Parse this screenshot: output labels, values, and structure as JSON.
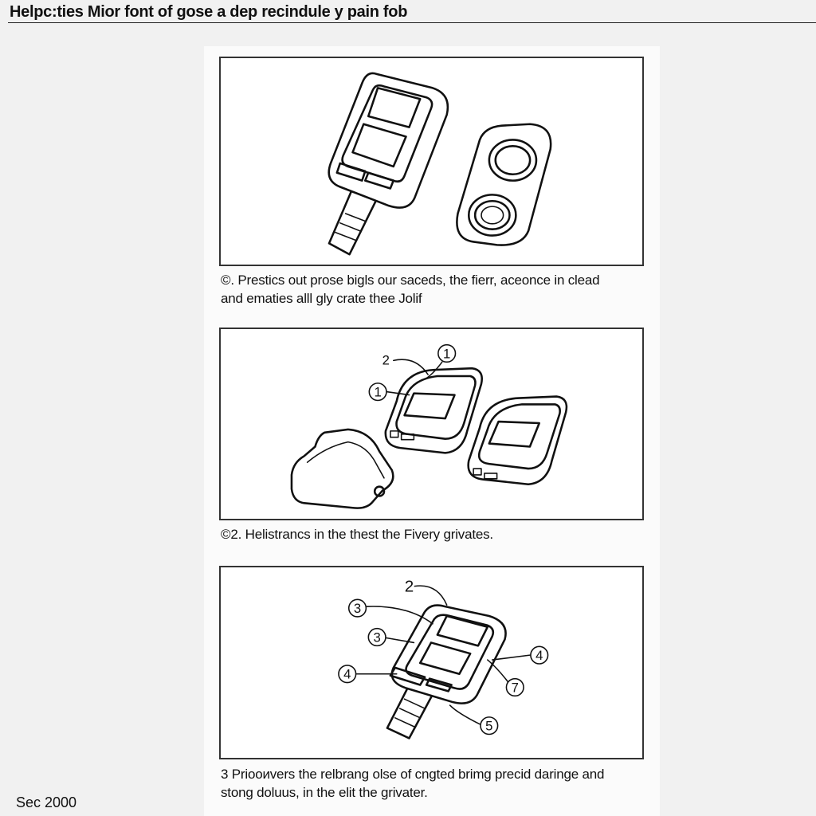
{
  "header": {
    "title": "Helpc:ties Mior font of gose a dep recindule y pain fob"
  },
  "steps": [
    {
      "caption_line1": "©. Prestics out prose bigls our saceds, the fierr, aceonce in clead",
      "caption_line2": "and ematies alll gly crate thee Jolif"
    },
    {
      "caption_line1": "©2. Helistrancs in the thest the Fivery grivates.",
      "callouts": [
        "2",
        "1",
        "1"
      ]
    },
    {
      "caption_line1": "3 Priooиvers the relbrang olse of cngted brimg precid daringe and",
      "caption_line2": "stong doluus, in the elit the grivater.",
      "callouts": [
        "2",
        "3",
        "3",
        "4",
        "4",
        "7",
        "5"
      ]
    }
  ],
  "footer": {
    "text": "Sec 2000"
  }
}
